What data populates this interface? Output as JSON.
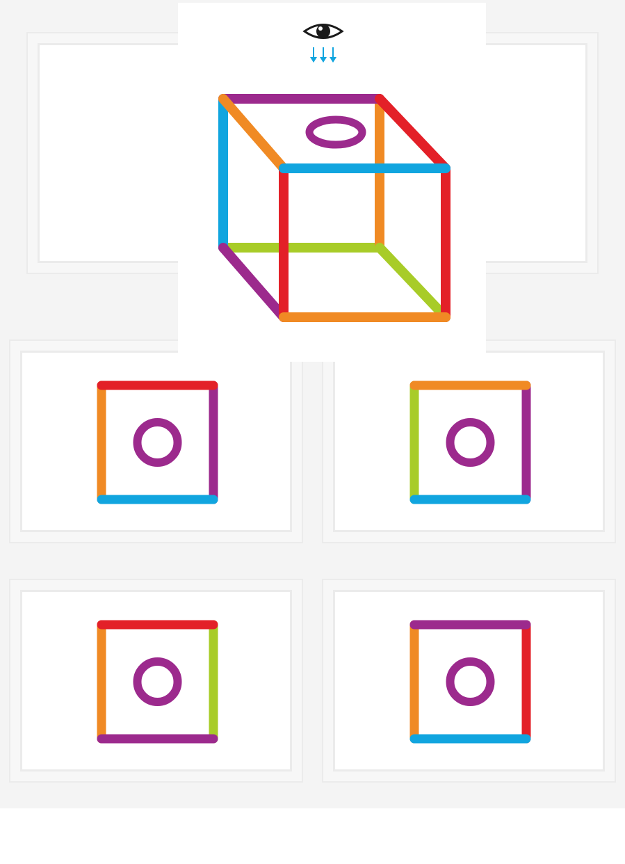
{
  "colors": {
    "purple": "#9c2a8d",
    "orange": "#f08a24",
    "blue": "#11a5df",
    "red": "#e32028",
    "green": "#a8cc28",
    "eye": "#1a1a1a",
    "arrow": "#11a5df"
  },
  "question": {
    "view_indicator_icon": "eye-icon",
    "view_direction_icon": "down-arrows-icon",
    "cube_edges": {
      "top_back": "purple",
      "top_left": "orange",
      "top_right": "red",
      "top_front": "blue",
      "left_back_vertical": "blue",
      "right_back_vertical": "orange",
      "left_front_vertical": "red",
      "right_front_vertical": "red",
      "bottom_back": "green",
      "bottom_left": "purple",
      "bottom_right": "green",
      "bottom_front": "orange"
    },
    "top_face_symbol": "purple-ring"
  },
  "options": [
    {
      "top": "red",
      "right": "purple",
      "bottom": "blue",
      "left": "orange",
      "center": "purple-ring"
    },
    {
      "top": "orange",
      "right": "purple",
      "bottom": "blue",
      "left": "green",
      "center": "purple-ring"
    },
    {
      "top": "red",
      "right": "green",
      "bottom": "purple",
      "left": "orange",
      "center": "purple-ring"
    },
    {
      "top": "purple",
      "right": "red",
      "bottom": "blue",
      "left": "orange",
      "center": "purple-ring"
    }
  ]
}
